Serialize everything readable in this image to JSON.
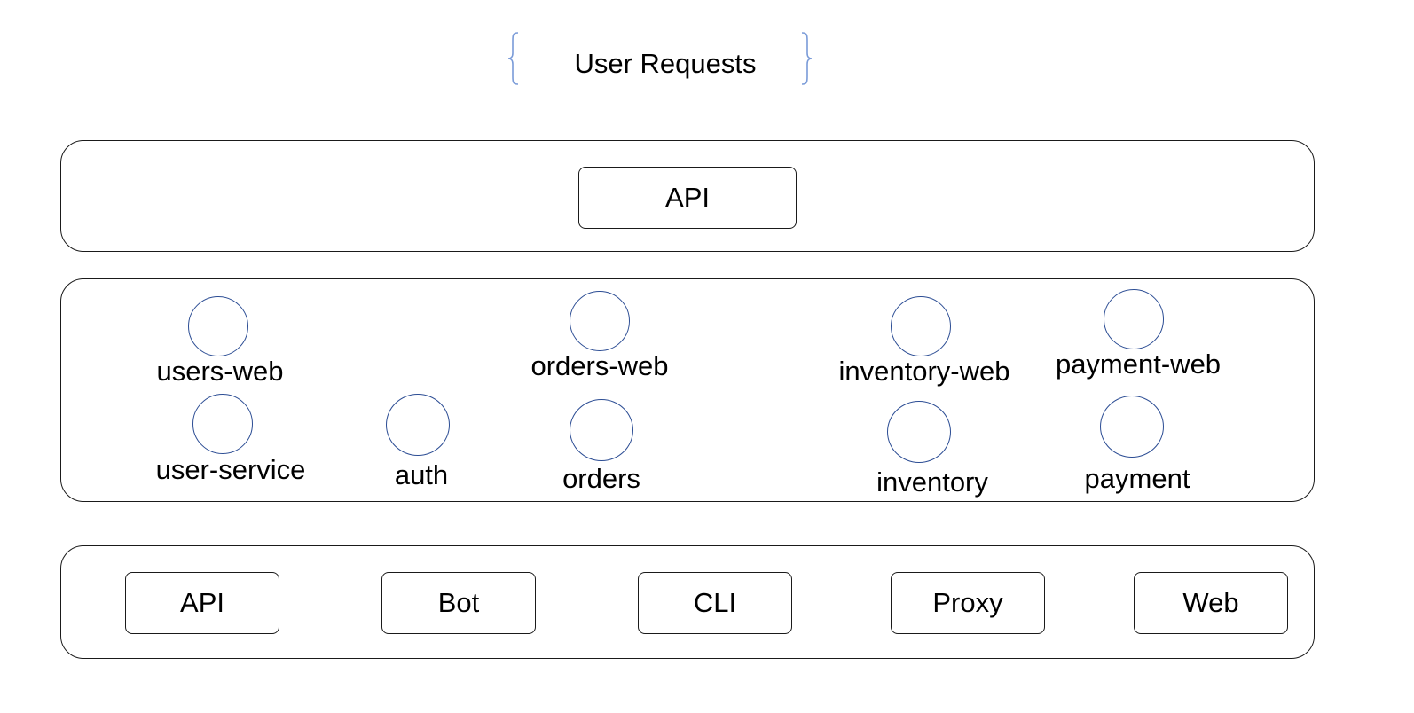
{
  "header": {
    "title": "User Requests"
  },
  "gateway_layer": {
    "api_label": "API"
  },
  "services_layer": {
    "services": {
      "users_web": "users-web",
      "user_service": "user-service",
      "auth": "auth",
      "orders_web": "orders-web",
      "orders": "orders",
      "inventory_web": "inventory-web",
      "inventory": "inventory",
      "payment_web": "payment-web",
      "payment": "payment"
    }
  },
  "clients_layer": {
    "clients": [
      "API",
      "Bot",
      "CLI",
      "Proxy",
      "Web"
    ]
  },
  "colors": {
    "brace": "#7a9bd8",
    "circle_stroke": "#2c4d94",
    "line": "#1a1a1a"
  }
}
